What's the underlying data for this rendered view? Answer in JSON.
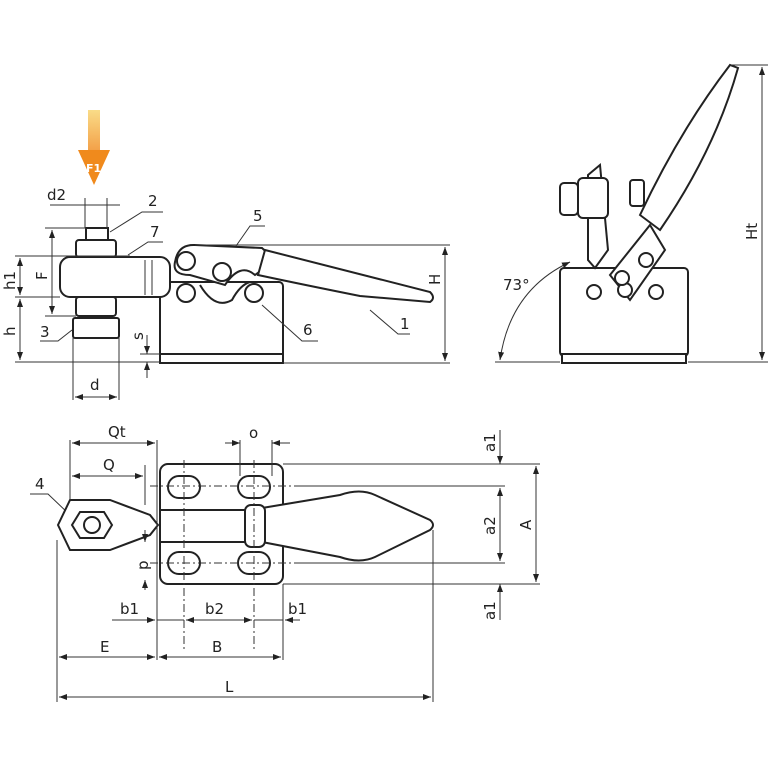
{
  "colors": {
    "line": "#222222",
    "force_arrow": "#f08a1c",
    "force_arrow_light": "#f8d36a"
  },
  "force": {
    "label": "F1"
  },
  "side_view": {
    "dims": {
      "d2": "d2",
      "h1": "h1",
      "F": "F",
      "h": "h",
      "s": "s",
      "d": "d",
      "H": "H"
    },
    "parts": {
      "p1": "1",
      "p2": "2",
      "p3": "3",
      "p5": "5",
      "p6": "6",
      "p7": "7"
    }
  },
  "open_view": {
    "angle": "73°",
    "Ht": "Ht"
  },
  "top_view": {
    "dims": {
      "Qt": "Qt",
      "Q": "Q",
      "o": "o",
      "a1_top": "a1",
      "a2": "a2",
      "A": "A",
      "a1_bottom": "a1",
      "p": "p",
      "b1_left": "b1",
      "b2": "b2",
      "b1_right": "b1",
      "E": "E",
      "B": "B",
      "L": "L"
    },
    "parts": {
      "p4": "4"
    }
  }
}
